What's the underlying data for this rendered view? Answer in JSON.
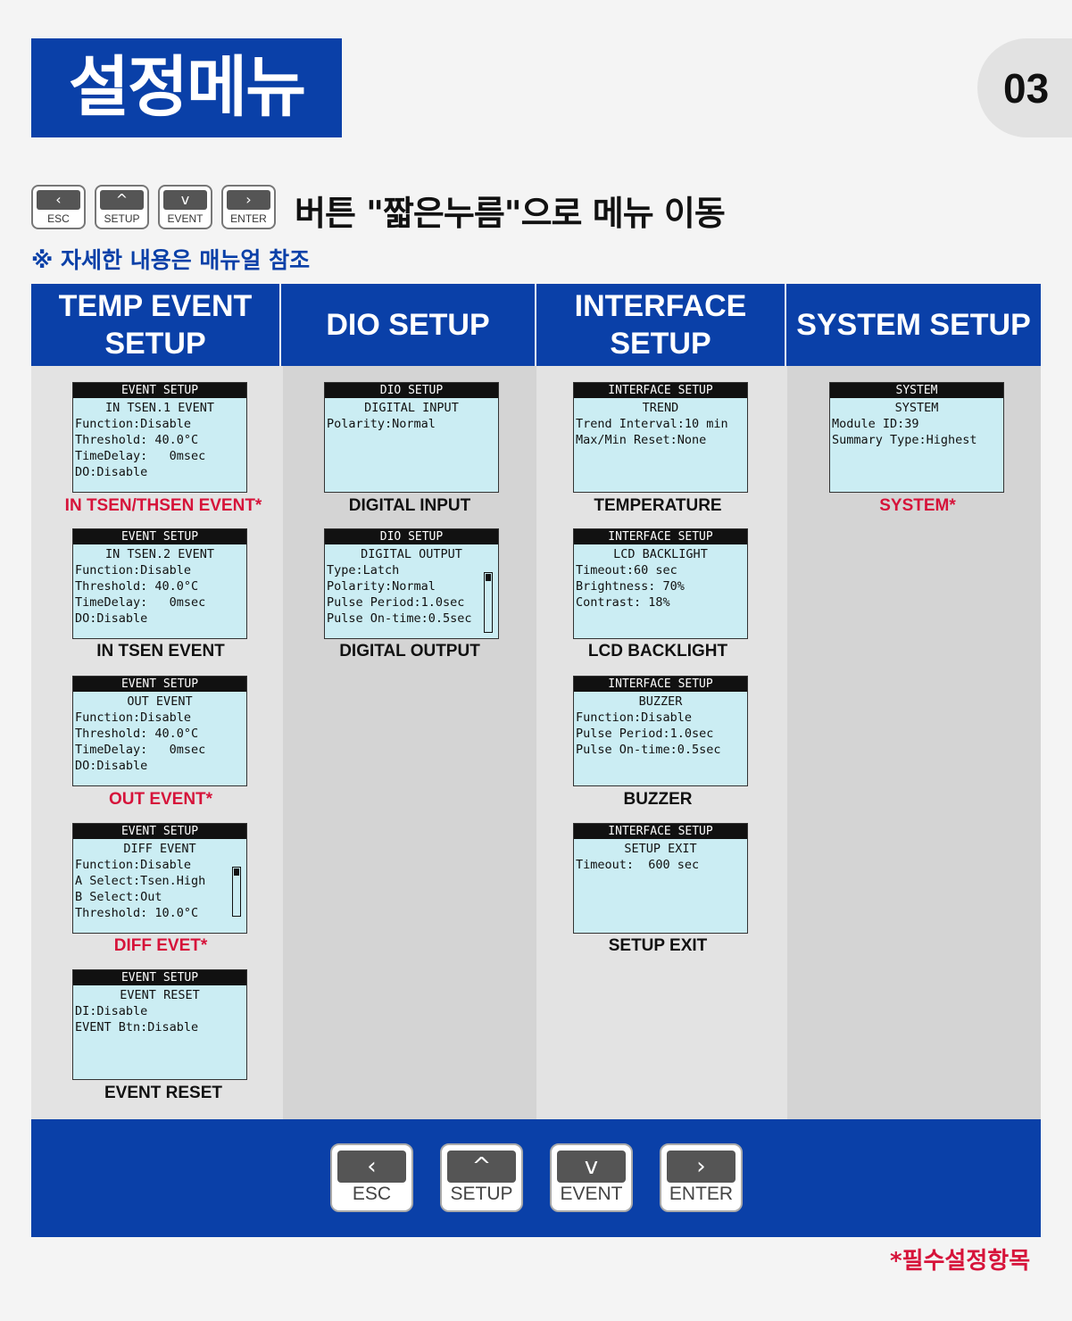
{
  "title": "설정메뉴",
  "page_number": "03",
  "small_keys": [
    {
      "symbol": "‹",
      "label": "ESC"
    },
    {
      "symbol": "^",
      "label": "SETUP"
    },
    {
      "symbol": "v",
      "label": "EVENT"
    },
    {
      "symbol": "›",
      "label": "ENTER"
    }
  ],
  "instruction": "버튼 \"짧은누름\"으로 메뉴 이동",
  "note": "※ 자세한 내용은 매뉴얼 참조",
  "columns": [
    {
      "title": "TEMP EVENT\nSETUP"
    },
    {
      "title": "DIO SETUP"
    },
    {
      "title": "INTERFACE\nSETUP"
    },
    {
      "title": "SYSTEM SETUP"
    }
  ],
  "screens": {
    "temp1": {
      "header": "EVENT SETUP",
      "sub": "IN TSEN.1 EVENT",
      "lines": [
        "Function:Disable",
        "Threshold: 40.0°C",
        "TimeDelay:   0msec",
        "DO:Disable"
      ],
      "caption": "IN TSEN/THSEN EVENT*"
    },
    "temp2": {
      "header": "EVENT SETUP",
      "sub": "IN TSEN.2 EVENT",
      "lines": [
        "Function:Disable",
        "Threshold: 40.0°C",
        "TimeDelay:   0msec",
        "DO:Disable"
      ],
      "caption": "IN TSEN EVENT"
    },
    "temp3": {
      "header": "EVENT SETUP",
      "sub": "OUT EVENT",
      "lines": [
        "Function:Disable",
        "Threshold: 40.0°C",
        "TimeDelay:   0msec",
        "DO:Disable"
      ],
      "caption": "OUT EVENT*"
    },
    "temp4": {
      "header": "EVENT SETUP",
      "sub": "DIFF EVENT",
      "lines": [
        "Function:Disable",
        "A Select:Tsen.High",
        "B Select:Out",
        "Threshold: 10.0°C"
      ],
      "caption": "DIFF EVET*"
    },
    "temp5": {
      "header": "EVENT SETUP",
      "sub": "EVENT RESET",
      "lines": [
        "DI:Disable",
        "EVENT Btn:Disable"
      ],
      "caption": "EVENT RESET"
    },
    "dio1": {
      "header": "DIO SETUP",
      "sub": "DIGITAL INPUT",
      "lines": [
        "Polarity:Normal"
      ],
      "caption": "DIGITAL INPUT"
    },
    "dio2": {
      "header": "DIO SETUP",
      "sub": "DIGITAL OUTPUT",
      "lines": [
        "Type:Latch",
        "Polarity:Normal",
        "Pulse Period:1.0sec",
        "Pulse On-time:0.5sec"
      ],
      "caption": "DIGITAL OUTPUT"
    },
    "if1": {
      "header": "INTERFACE SETUP",
      "sub": "TREND",
      "lines": [
        "Trend Interval:10 min",
        "Max/Min Reset:None"
      ],
      "caption": "TEMPERATURE"
    },
    "if2": {
      "header": "INTERFACE SETUP",
      "sub": "LCD BACKLIGHT",
      "lines": [
        "Timeout:60 sec",
        "Brightness: 70%",
        "Contrast: 18%"
      ],
      "caption": "LCD BACKLIGHT"
    },
    "if3": {
      "header": "INTERFACE SETUP",
      "sub": "BUZZER",
      "lines": [
        "Function:Disable",
        "Pulse Period:1.0sec",
        "Pulse On-time:0.5sec"
      ],
      "caption": "BUZZER"
    },
    "if4": {
      "header": "INTERFACE SETUP",
      "sub": "SETUP EXIT",
      "lines": [
        "Timeout:  600 sec"
      ],
      "caption": "SETUP EXIT"
    },
    "sys1": {
      "header": "SYSTEM",
      "sub": "SYSTEM",
      "lines": [
        "Module ID:39",
        "Summary Type:Highest"
      ],
      "caption": "SYSTEM*"
    }
  },
  "big_keys": [
    {
      "symbol": "‹",
      "label": "ESC"
    },
    {
      "symbol": "^",
      "label": "SETUP"
    },
    {
      "symbol": "v",
      "label": "EVENT"
    },
    {
      "symbol": "›",
      "label": "ENTER"
    }
  ],
  "mandatory_note": "*필수설정항목",
  "colors": {
    "brand_blue": "#0a40a8",
    "required_red": "#d6133a",
    "lcd_bg": "#cbedf3"
  }
}
